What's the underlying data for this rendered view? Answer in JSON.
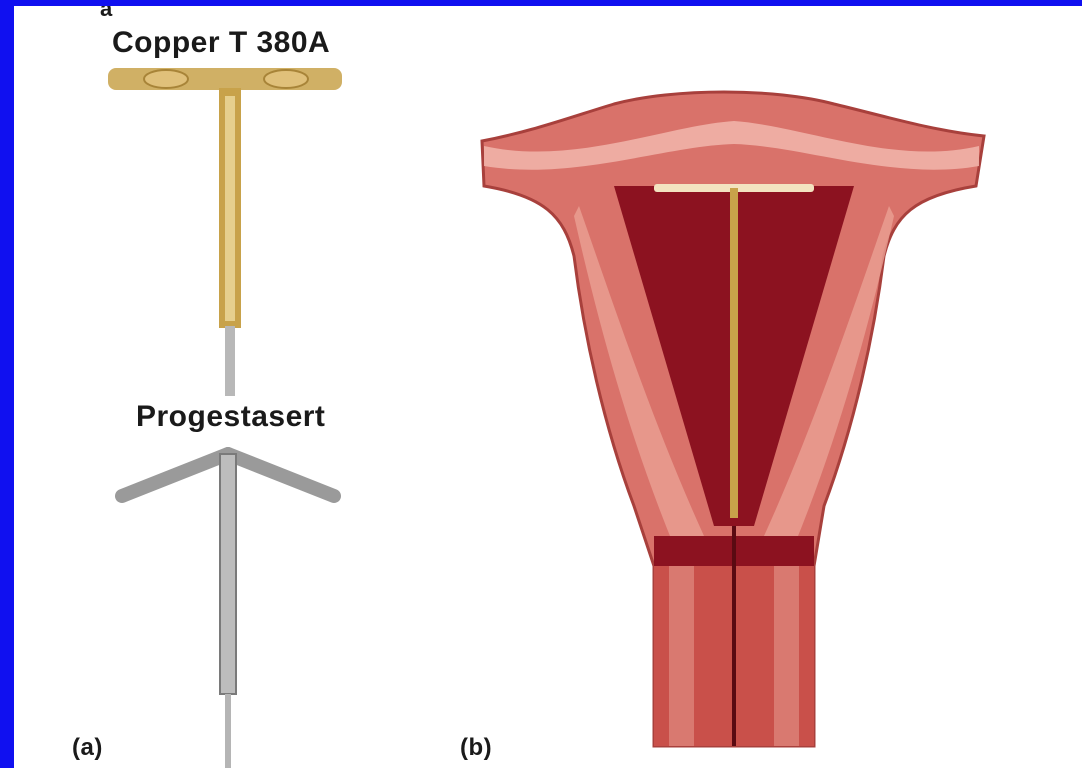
{
  "labels": {
    "top_marker": "a",
    "copper_device": "Copper T 380A",
    "progestin_device": "Progestasert",
    "panel_a": "(a)",
    "panel_b": "(b)"
  },
  "colors": {
    "border": "#1010f0",
    "background": "#ffffff",
    "copper": "#c8a24a",
    "progestin": "#8a8a8a",
    "uterus_wall": "#d9726a",
    "uterus_cavity": "#8c1220"
  }
}
